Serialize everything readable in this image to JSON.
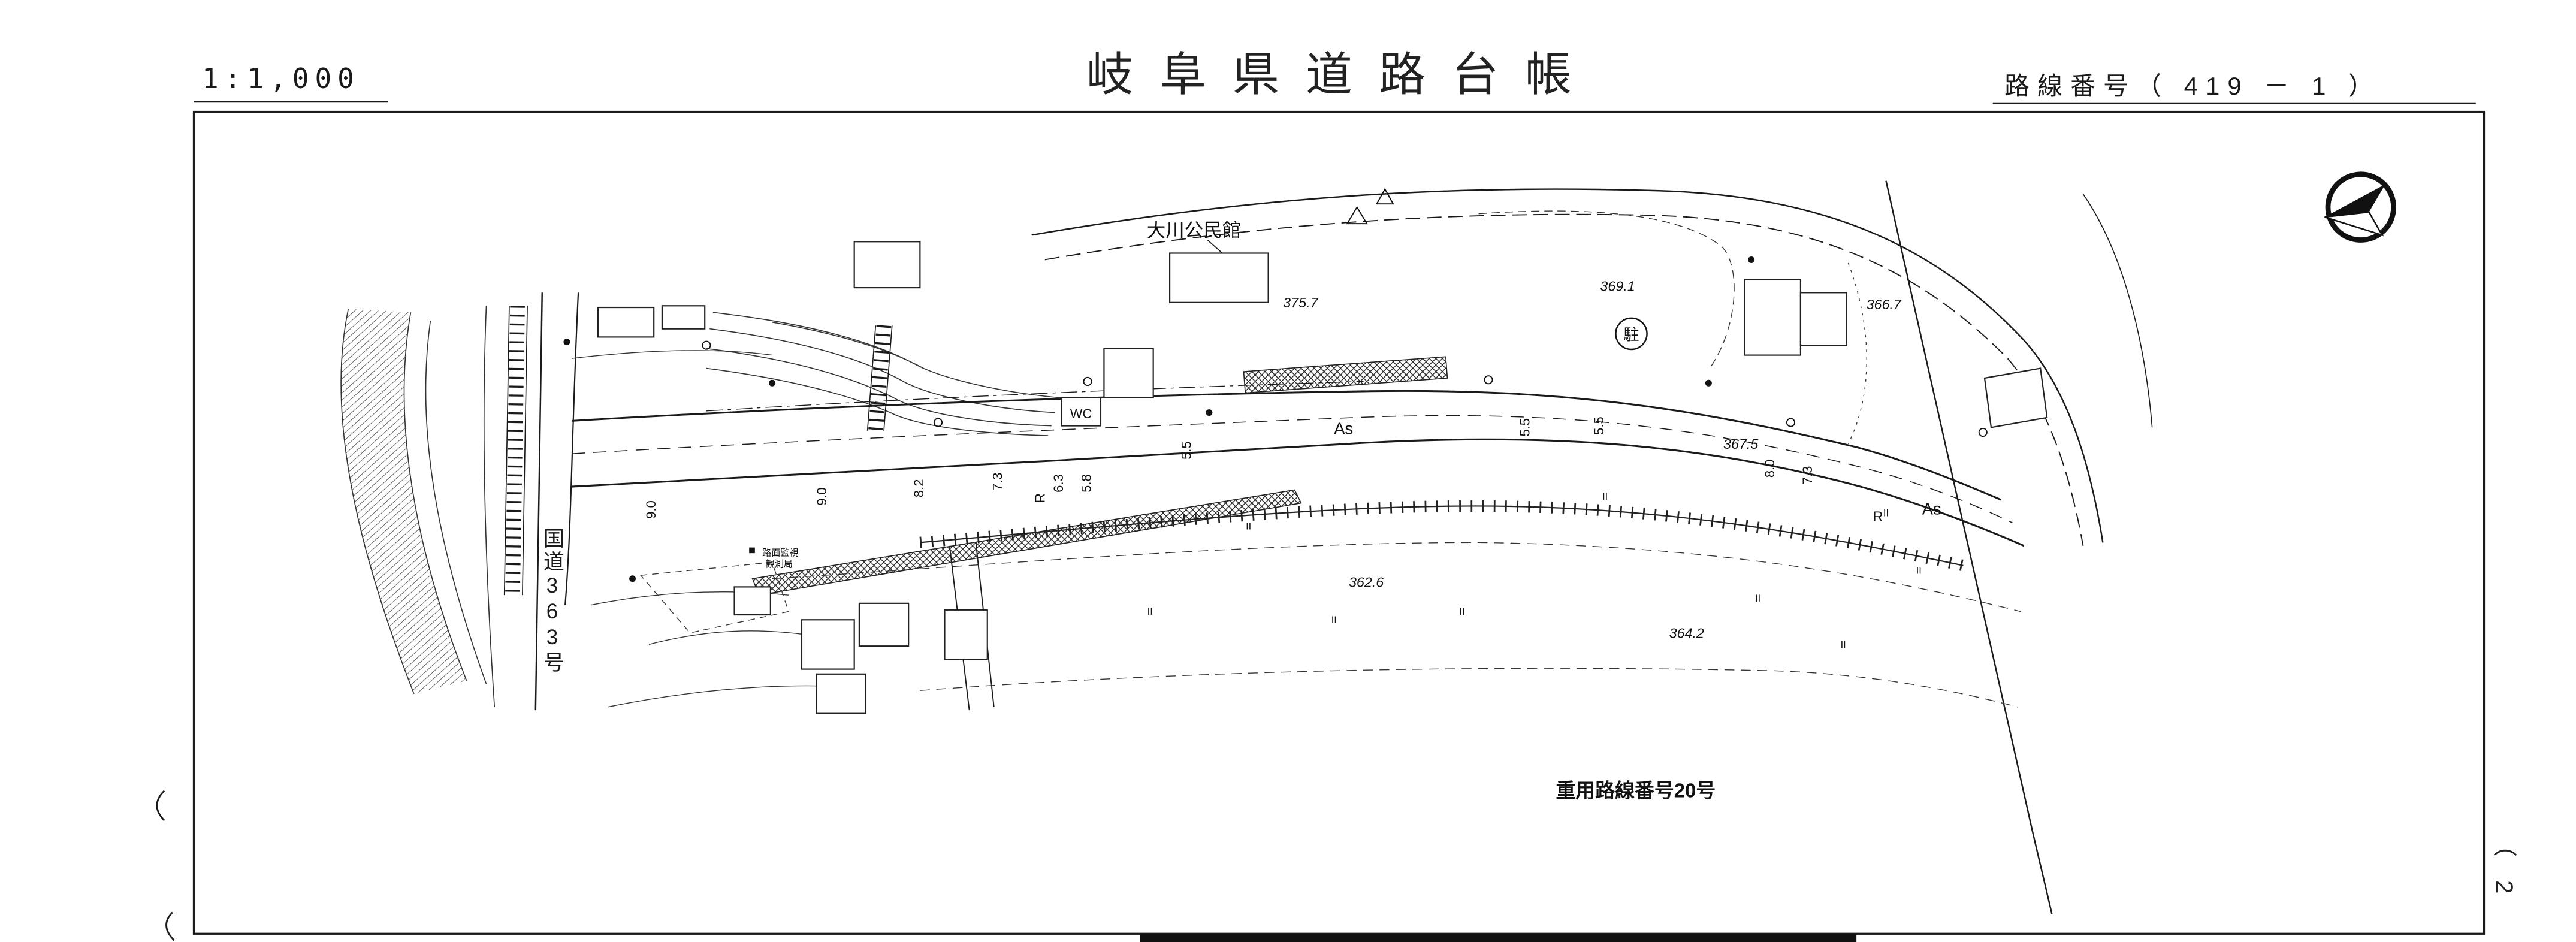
{
  "header": {
    "scale": "1:1,000",
    "title": "岐阜県道路台帳",
    "route_number": "路線番号（ 419 －  1 ）"
  },
  "page": {
    "mark": "（ 2"
  },
  "icons": {
    "north_arrow": "compass-arrow-northwest"
  },
  "map": {
    "labels": {
      "community_hall": "大川公民館",
      "national_route": "国道363号",
      "overlap_route": "重用路線番号20号",
      "wc": "WC",
      "parking": "駐",
      "surface_1": "As",
      "surface_2": "As",
      "monitor_1": "路面監視",
      "monitor_2": "観測局"
    },
    "elevations": {
      "e1": "375.7",
      "e2": "369.1",
      "e3": "366.7",
      "e4": "367.5",
      "e5": "362.6",
      "e6": "364.2"
    },
    "widths": {
      "w1": "9.0",
      "w2": "9.0",
      "w3": "8.2",
      "w4": "7.3",
      "w5": "6.3",
      "w6": "5.8",
      "w7": "5.5",
      "w8": "5.5",
      "w9": "5.5",
      "w10": "8.0",
      "w11": "7.3"
    },
    "radius_marks": {
      "r1": "R",
      "r2": "R"
    },
    "symbols": {
      "paddy": "II"
    }
  }
}
